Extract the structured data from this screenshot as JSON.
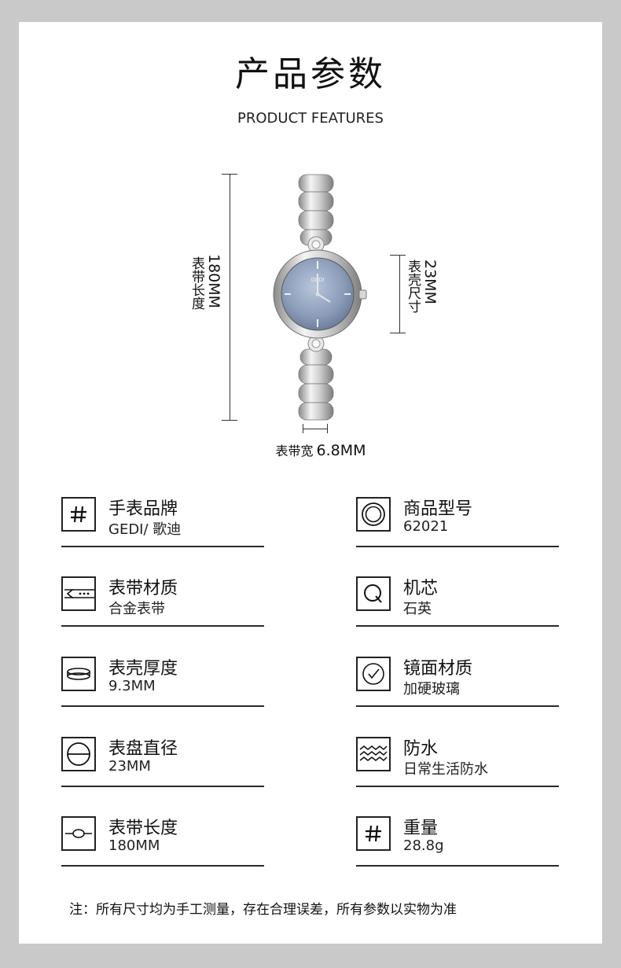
{
  "header": {
    "title": "产品参数",
    "subtitle": "PRODUCT FEATURES"
  },
  "diagram": {
    "strap_length_value": "180MM",
    "strap_length_label": "表带长度",
    "case_size_value": "23MM",
    "case_size_label": "表壳尺寸",
    "band_width_label": "表带宽",
    "band_width_value": "6.8MM",
    "dial_color": "#8a9bb8",
    "dial_brand_text": "GEDI"
  },
  "specs": [
    {
      "icon": "hash-icon",
      "label": "手表品牌",
      "value": "GEDI/ 歌迪"
    },
    {
      "icon": "concentric-circles-icon",
      "label": "商品型号",
      "value": "62021"
    },
    {
      "icon": "strap-buckle-icon",
      "label": "表带材质",
      "value": "合金表带"
    },
    {
      "icon": "quartz-q-icon",
      "label": "机芯",
      "value": "石英"
    },
    {
      "icon": "case-thickness-icon",
      "label": "表壳厚度",
      "value": "9.3MM"
    },
    {
      "icon": "checkmark-circle-icon",
      "label": "镜面材质",
      "value": "加硬玻璃"
    },
    {
      "icon": "dial-diameter-icon",
      "label": "表盘直径",
      "value": "23MM"
    },
    {
      "icon": "water-waves-icon",
      "label": "防水",
      "value": "日常生活防水"
    },
    {
      "icon": "strap-length-icon",
      "label": "表带长度",
      "value": "180MM"
    },
    {
      "icon": "hash-icon",
      "label": "重量",
      "value": "28.8g"
    }
  ],
  "note": "注：所有尺寸均为手工测量，存在合理误差，所有参数以实物为准"
}
